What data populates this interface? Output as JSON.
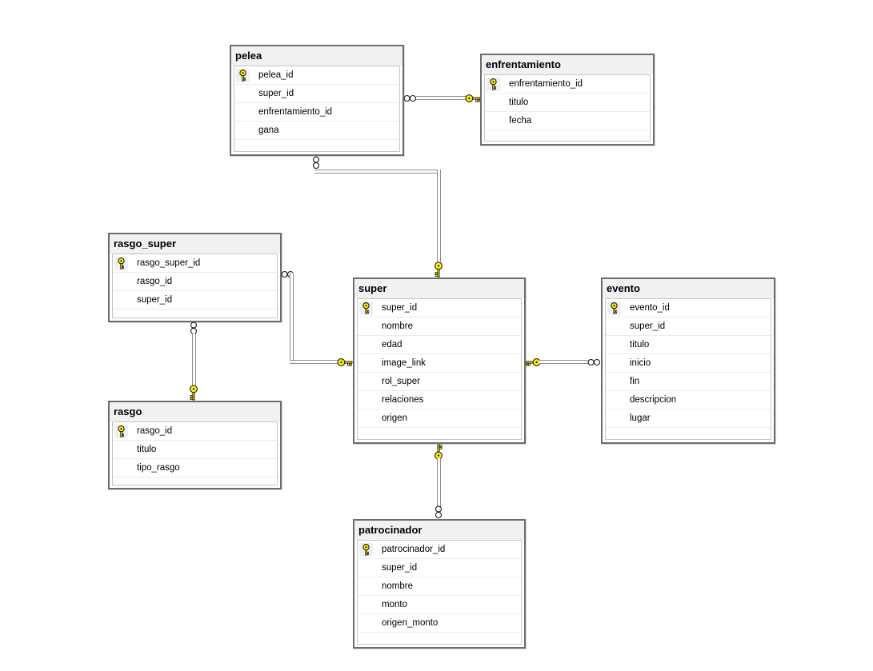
{
  "diagram": {
    "title": "database-diagram",
    "colors": {
      "canvas_bg": "#ffffff",
      "table_border": "#6d6d6d",
      "header_bg": "#f1f1f1",
      "grid_border": "#c6c6c6",
      "row_separator": "#ececec",
      "relationship_line": "#8f8f8f",
      "key_fill": "#fff200",
      "many_symbol_fill": "#ffffff"
    },
    "tables": [
      {
        "name": "pelea",
        "fields": [
          {
            "name": "pelea_id",
            "pk": true
          },
          {
            "name": "super_id",
            "pk": false
          },
          {
            "name": "enfrentamiento_id",
            "pk": false
          },
          {
            "name": "gana",
            "pk": false
          }
        ]
      },
      {
        "name": "enfrentamiento",
        "fields": [
          {
            "name": "enfrentamiento_id",
            "pk": true
          },
          {
            "name": "titulo",
            "pk": false
          },
          {
            "name": "fecha",
            "pk": false
          }
        ]
      },
      {
        "name": "rasgo_super",
        "fields": [
          {
            "name": "rasgo_super_id",
            "pk": true
          },
          {
            "name": "rasgo_id",
            "pk": false
          },
          {
            "name": "super_id",
            "pk": false
          }
        ]
      },
      {
        "name": "super",
        "fields": [
          {
            "name": "super_id",
            "pk": true
          },
          {
            "name": "nombre",
            "pk": false
          },
          {
            "name": "edad",
            "pk": false
          },
          {
            "name": "image_link",
            "pk": false
          },
          {
            "name": "rol_super",
            "pk": false
          },
          {
            "name": "relaciones",
            "pk": false
          },
          {
            "name": "origen",
            "pk": false
          }
        ]
      },
      {
        "name": "evento",
        "fields": [
          {
            "name": "evento_id",
            "pk": true
          },
          {
            "name": "super_id",
            "pk": false
          },
          {
            "name": "titulo",
            "pk": false
          },
          {
            "name": "inicio",
            "pk": false
          },
          {
            "name": "fin",
            "pk": false
          },
          {
            "name": "descripcion",
            "pk": false
          },
          {
            "name": "lugar",
            "pk": false
          }
        ]
      },
      {
        "name": "rasgo",
        "fields": [
          {
            "name": "rasgo_id",
            "pk": true
          },
          {
            "name": "titulo",
            "pk": false
          },
          {
            "name": "tipo_rasgo",
            "pk": false
          }
        ]
      },
      {
        "name": "patrocinador",
        "fields": [
          {
            "name": "patrocinador_id",
            "pk": true
          },
          {
            "name": "super_id",
            "pk": false
          },
          {
            "name": "nombre",
            "pk": false
          },
          {
            "name": "monto",
            "pk": false
          },
          {
            "name": "origen_monto",
            "pk": false
          }
        ]
      }
    ],
    "relationships": [
      {
        "many_table": "pelea",
        "one_table": "enfrentamiento"
      },
      {
        "many_table": "pelea",
        "one_table": "super"
      },
      {
        "many_table": "rasgo_super",
        "one_table": "super"
      },
      {
        "many_table": "evento",
        "one_table": "super"
      },
      {
        "many_table": "patrocinador",
        "one_table": "super"
      },
      {
        "many_table": "rasgo_super",
        "one_table": "rasgo"
      }
    ]
  }
}
